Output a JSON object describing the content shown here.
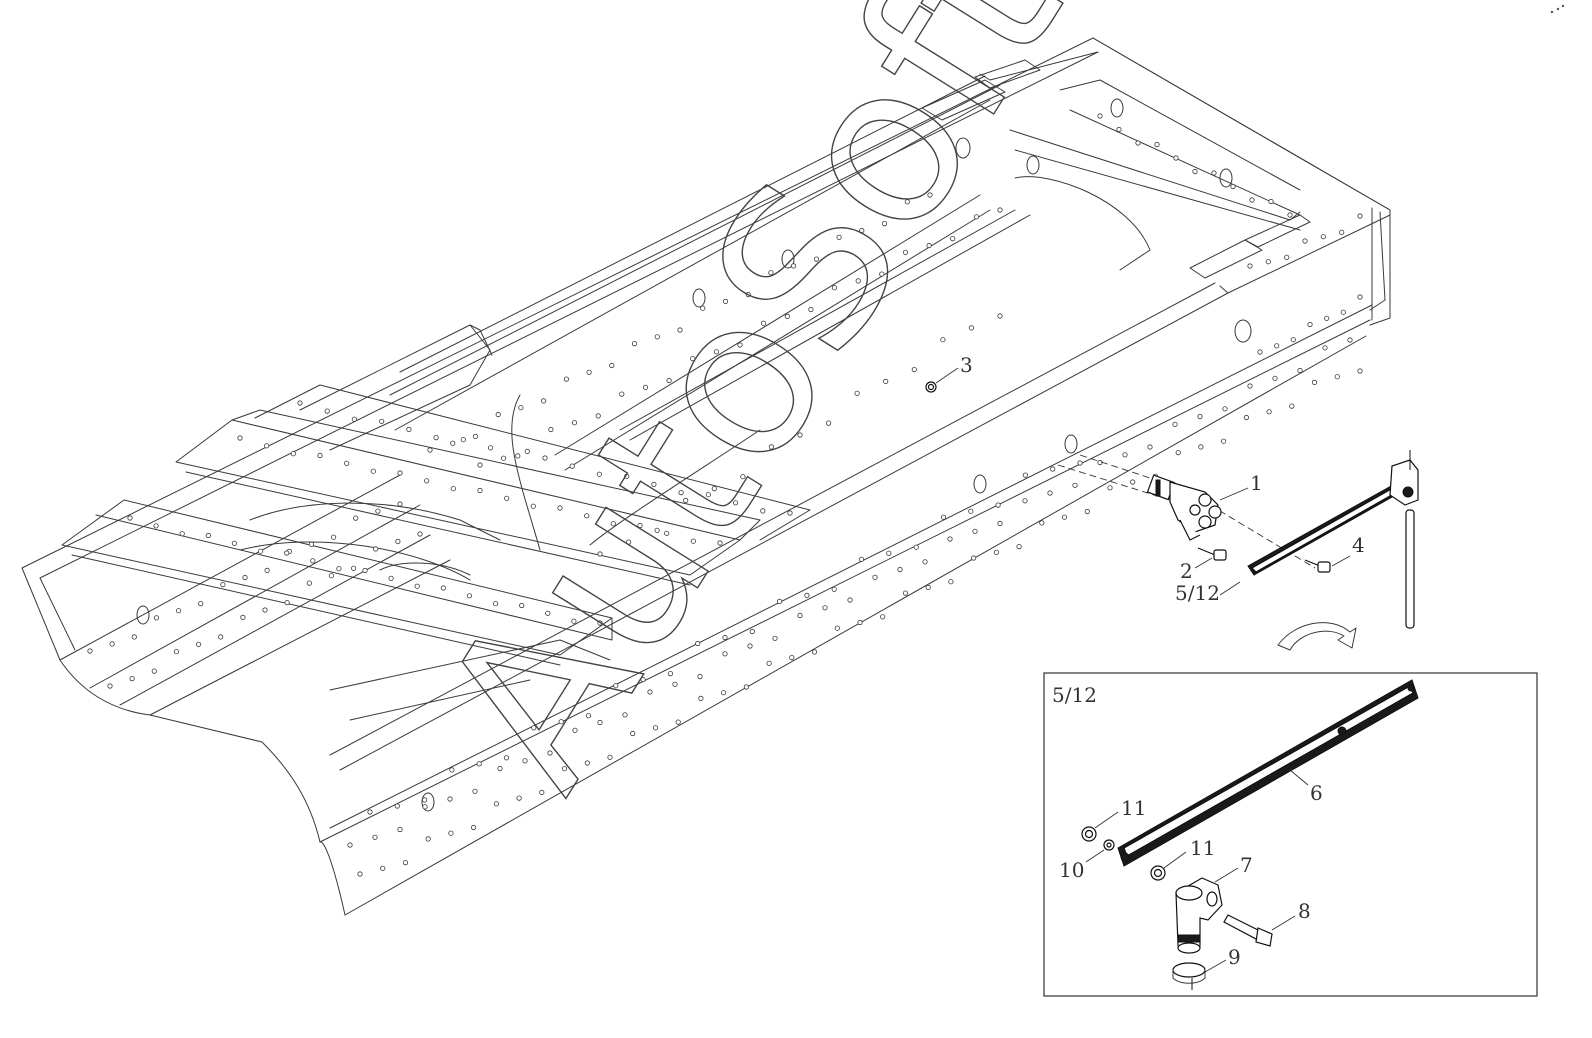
{
  "callouts": {
    "c1": "1",
    "c2": "2",
    "c3": "3",
    "c4": "4",
    "c512": "5/12"
  },
  "detail": {
    "title": "5/12",
    "c6": "6",
    "c7": "7",
    "c8": "8",
    "c9": "9",
    "c10": "10",
    "c11a": "11",
    "c11b": "11"
  },
  "watermark": {
    "text": "AutoSoft"
  }
}
